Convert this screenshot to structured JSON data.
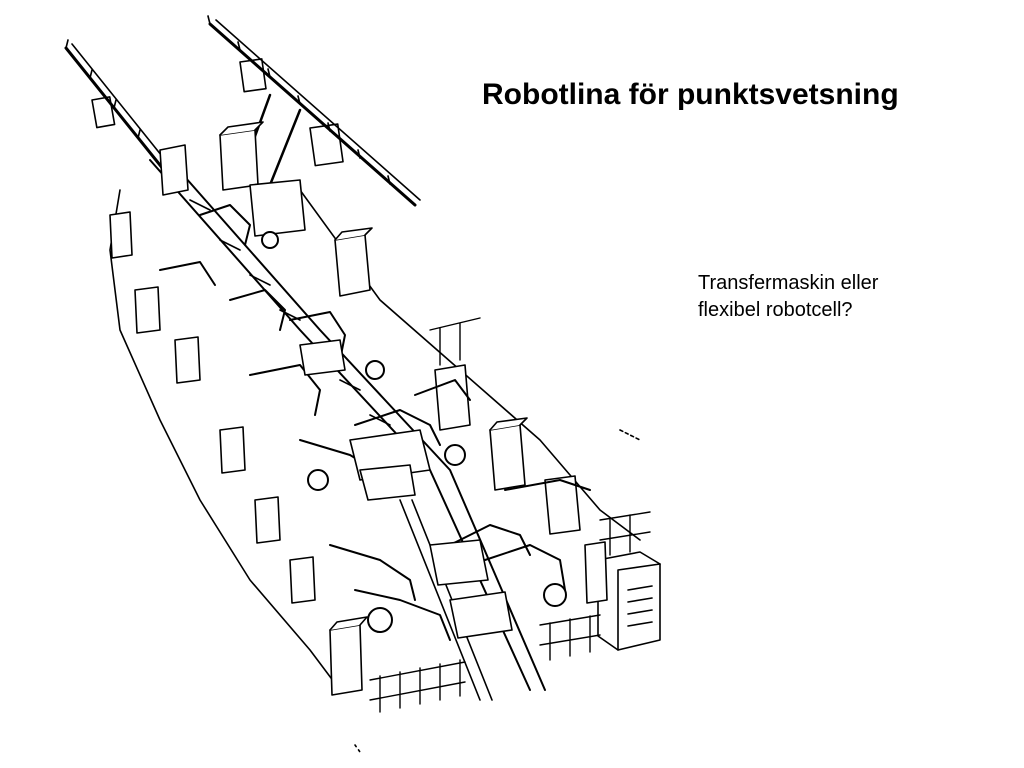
{
  "slide": {
    "title": "Robotlina för punktsvetsning",
    "caption_lines": [
      "Transfermaskin eller",
      "flexibel robotcell?"
    ],
    "illustration": {
      "icon": "robot-line-drawing-icon",
      "ink_color": "#000000",
      "background_color": "#ffffff"
    }
  }
}
